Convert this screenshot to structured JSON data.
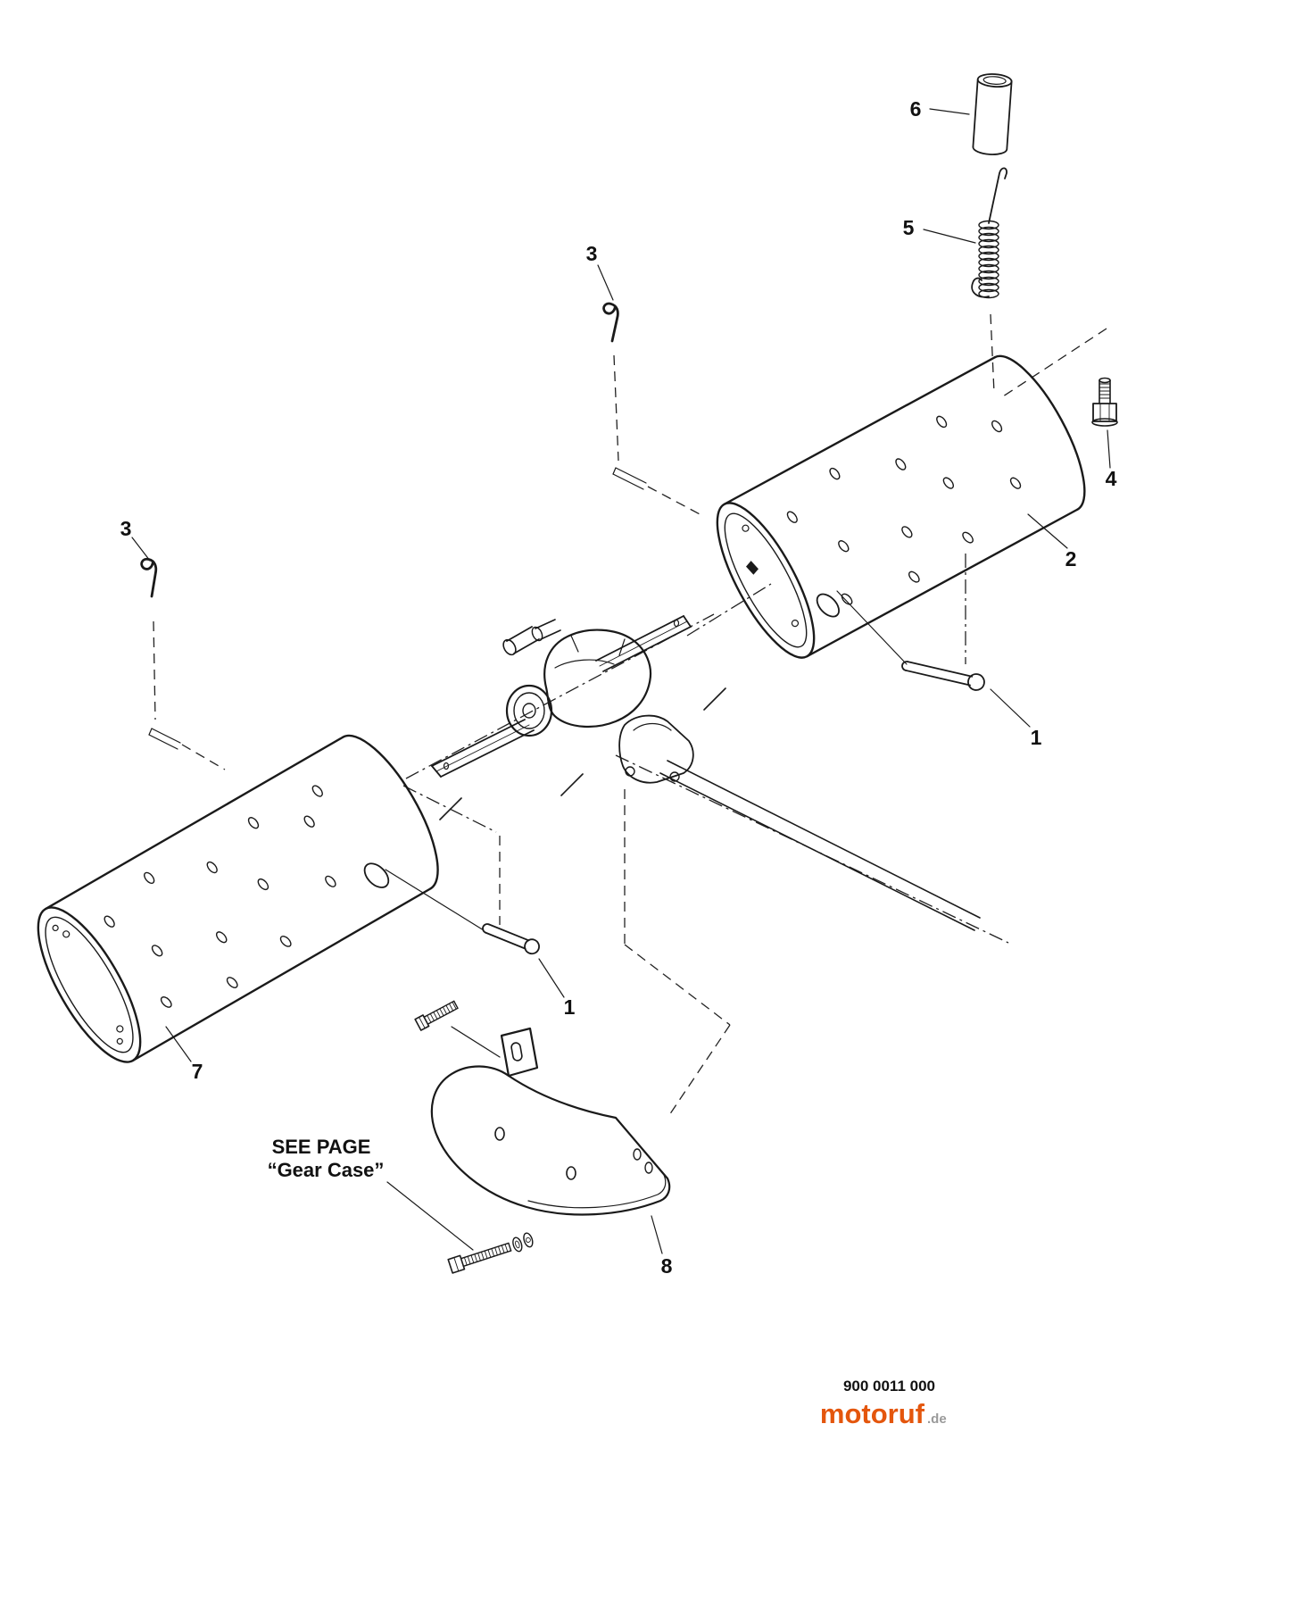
{
  "diagram": {
    "callouts": {
      "c6": "6",
      "c5": "5",
      "c4": "4",
      "c2": "2",
      "c3a": "3",
      "c3b": "3",
      "c1a": "1",
      "c1b": "1",
      "c7": "7",
      "c8": "8"
    },
    "note": {
      "line1": "SEE PAGE",
      "line2": "“Gear Case”"
    },
    "footer": {
      "part_number": "900 0011 000",
      "brand": "motoruf",
      "brand_suffix": ".de"
    },
    "colors": {
      "line": "#1a1a1a",
      "brand": "#e4560d"
    }
  }
}
